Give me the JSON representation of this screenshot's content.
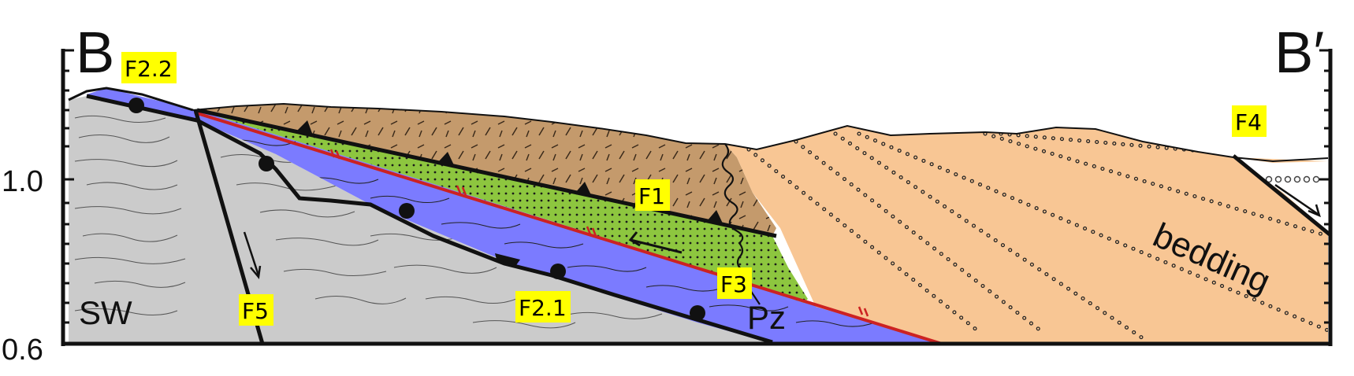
{
  "section": {
    "start_label": "B",
    "end_label": "B′",
    "side_label": "SW"
  },
  "axis": {
    "ticks": [
      {
        "label": "1.0"
      },
      {
        "label": "0.6"
      }
    ]
  },
  "faults": {
    "f1": "F1",
    "f2_1": "F2.1",
    "f2_2": "F2.2",
    "f3": "F3",
    "f4": "F4",
    "f5": "F5"
  },
  "units": {
    "pz": "Pz",
    "bedding": "bedding"
  },
  "colors": {
    "basement_gray": "#cbcbcb",
    "pz_blue": "#7b7bff",
    "green_unit": "#8dc63f",
    "brown_unit": "#c49a6c",
    "orange_unit": "#f8c694",
    "fault_red": "#cc2222",
    "label_highlight": "#ffff00"
  }
}
